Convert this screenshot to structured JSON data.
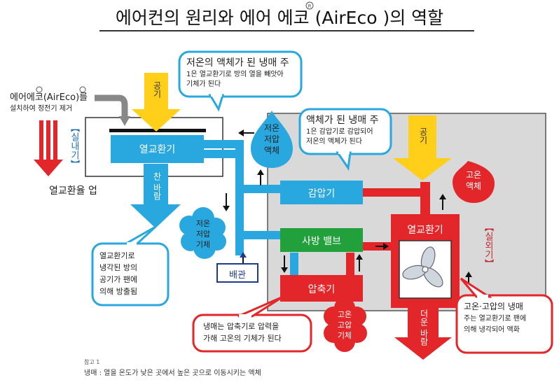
{
  "title": "에어컨의 원리와 에어 에코 (AirEco   )의 역할",
  "aireco_note": {
    "line1": "에어에코(AirEco)를",
    "line2": "설치하여 정전기 제거"
  },
  "indoor_label": "【실내기】",
  "outdoor_label": "【실외기】",
  "heat_exchange_up": "열교환율 업",
  "indoor_exchanger": "열교환기",
  "outdoor_exchanger": "열교환기",
  "compressor": "압축기",
  "expansion_valve": "감압기",
  "four_way_valve": "사방 밸브",
  "piping": "배관",
  "air_top": "공기",
  "air_right": "공기",
  "cold_air": "찬 바람",
  "hot_air": "더운 바람",
  "bubble_top": {
    "head": "저온의 액체가 된 냉매 주",
    "line1": "1은 열교환기로 방의 열을 빼앗아",
    "line2": "기체가 된다"
  },
  "bubble_mid": {
    "head": "액체가 된 냉매 주",
    "line1": "1은 감압기로 감압되어",
    "line2": "저온의 액체가 된다"
  },
  "bubble_left": {
    "line1": "열교환기로",
    "line2": "냉각된 방의",
    "line3": "공기가 팬에",
    "line4": "의해 방출됨"
  },
  "bubble_bottom": {
    "line1": "냉매는 압축기로 압력을",
    "line2": "가해 고온의 기체가 된다"
  },
  "bubble_right": {
    "head": "고온·고압의 냉매",
    "line1": "주는 열교환기로 팬에",
    "line2": "의해 냉각되어 액화"
  },
  "drop_low_liquid": [
    "저온",
    "저압",
    "액체"
  ],
  "drop_high_liquid": [
    "고온",
    "액체"
  ],
  "cloud_low_gas": [
    "저온",
    "저압",
    "기체"
  ],
  "cloud_high_gas": [
    "고온",
    "고압",
    "기체"
  ],
  "footnote": {
    "ref": "참고 1",
    "text": "냉매 : 열을 온도가 낮은 곳에서 높은 곳으로 이동시키는 액체"
  },
  "colors": {
    "blue": "#29a8e0",
    "red": "#e3262a",
    "green": "#22a03c",
    "yellow": "#ffcf1a",
    "box_gray": "#d9d9d9",
    "navy": "#1d3d8a"
  },
  "icons": {
    "fan": "fan-icon",
    "registered": "registered-icon"
  }
}
